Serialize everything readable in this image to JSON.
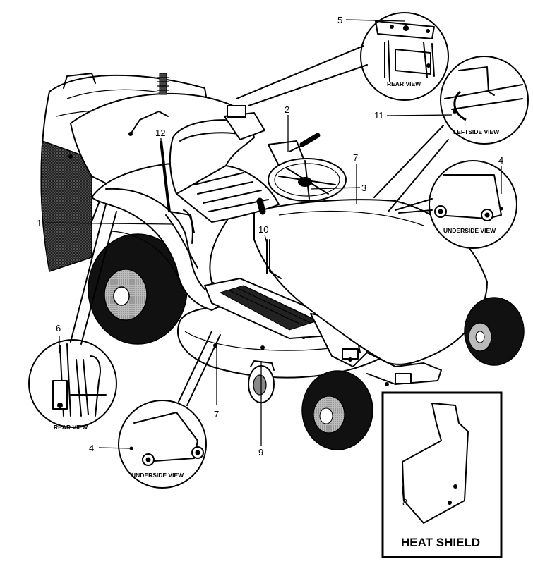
{
  "callouts": {
    "c1": "1",
    "c2": "2",
    "c3": "3",
    "c4a": "4",
    "c4b": "4",
    "c5": "5",
    "c6": "6",
    "c7a": "7",
    "c7b": "7",
    "c8": "8",
    "c9": "9",
    "c10": "10",
    "c11": "11",
    "c12": "12"
  },
  "views": {
    "rear_top": "REAR VIEW",
    "leftside": "LEFTSIDE VIEW",
    "underside_right": "UNDERSIDE VIEW",
    "rear_left": "REAR VIEW",
    "underside_left": "UNDERSIDE VIEW"
  },
  "inset": {
    "title": "HEAT SHIELD"
  }
}
